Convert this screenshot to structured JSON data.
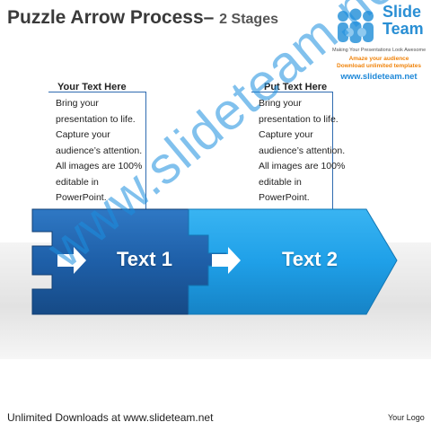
{
  "slide": {
    "title": "Puzzle Arrow Process",
    "title_separator": "–",
    "subtitle": "2 Stages",
    "logo": {
      "brand_line1": "Slide",
      "brand_line2": "Team",
      "tagline": "Making Your Presentations Look Awesome",
      "promo_line1": "Amaze your audience",
      "promo_line2": "Download unlimited templates",
      "url": "www.slideteam.net"
    },
    "boxes": [
      {
        "heading": "Your Text Here",
        "lines": [
          "Bring your",
          "presentation to life.",
          "Capture your",
          "audience’s attention.",
          "All images are 100%",
          "editable in",
          "PowerPoint."
        ]
      },
      {
        "heading": "Put Text Here",
        "lines": [
          "Bring your",
          "presentation to life.",
          "Capture your",
          "audience’s attention.",
          "All images are 100%",
          "editable in",
          "PowerPoint."
        ]
      }
    ],
    "arrows": [
      {
        "label": "Text 1",
        "color": "#1e5fa8"
      },
      {
        "label": "Text 2",
        "color": "#1fa0e8"
      }
    ],
    "watermark": "www.slideteam.net",
    "footer": "Unlimited Downloads at www.slideteam.net",
    "your_logo": "Your Logo"
  },
  "colors": {
    "dark_blue": "#1e5fa8",
    "light_blue": "#1fa0e8",
    "accent_orange": "#f0830a",
    "brand_blue": "#2a8fd4"
  }
}
